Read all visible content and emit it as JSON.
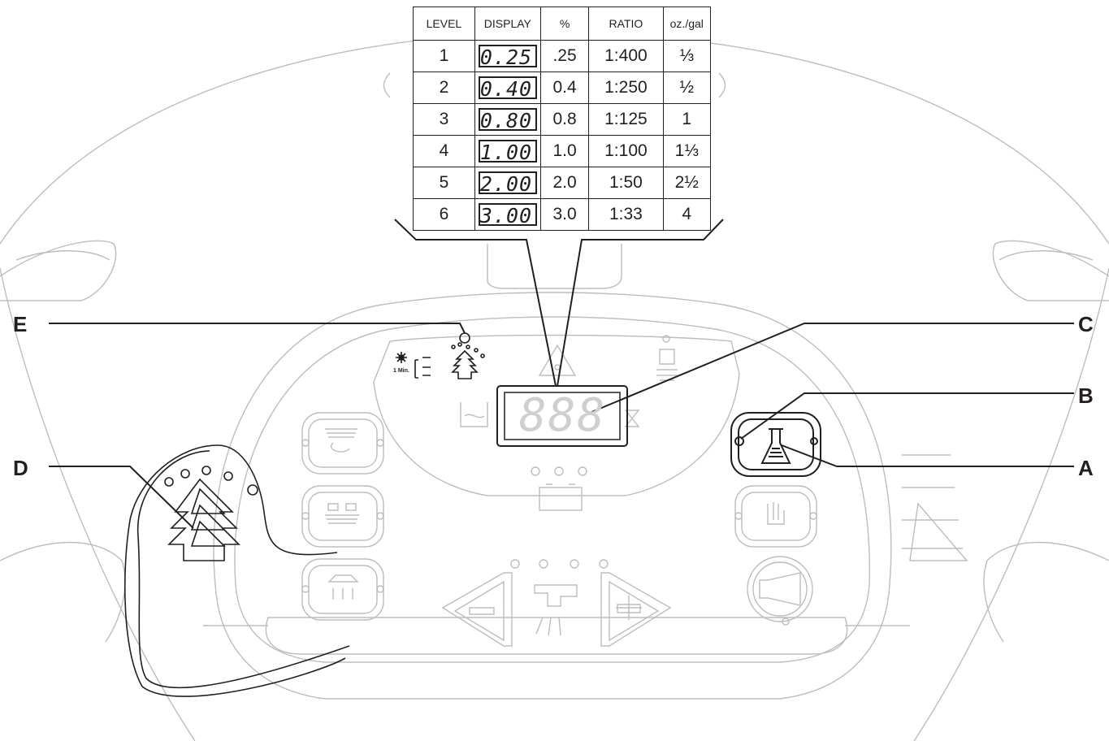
{
  "callouts": {
    "a": "A",
    "b": "B",
    "c": "C",
    "d": "D",
    "e": "E"
  },
  "table": {
    "headers": [
      "LEVEL",
      "DISPLAY",
      "%",
      "RATIO",
      "oz./gal"
    ],
    "rows": [
      {
        "level": "1",
        "display": "0.25",
        "percent": ".25",
        "ratio": "1:400",
        "ozgal": "⅓"
      },
      {
        "level": "2",
        "display": "0.40",
        "percent": "0.4",
        "ratio": "1:250",
        "ozgal": "½"
      },
      {
        "level": "3",
        "display": "0.80",
        "percent": "0.8",
        "ratio": "1:125",
        "ozgal": "1"
      },
      {
        "level": "4",
        "display": "1.00",
        "percent": "1.0",
        "ratio": "1:100",
        "ozgal": "1⅓"
      },
      {
        "level": "5",
        "display": "2.00",
        "percent": "2.0",
        "ratio": "1:50",
        "ozgal": "2½"
      },
      {
        "level": "6",
        "display": "3.00",
        "percent": "3.0",
        "ratio": "1:33",
        "ozgal": "4"
      }
    ]
  },
  "panel": {
    "display_segments": "888",
    "timer_label": "1 Min."
  },
  "colors": {
    "line": "#231f20",
    "faint": "#bdbdbd",
    "background": "#ffffff"
  }
}
